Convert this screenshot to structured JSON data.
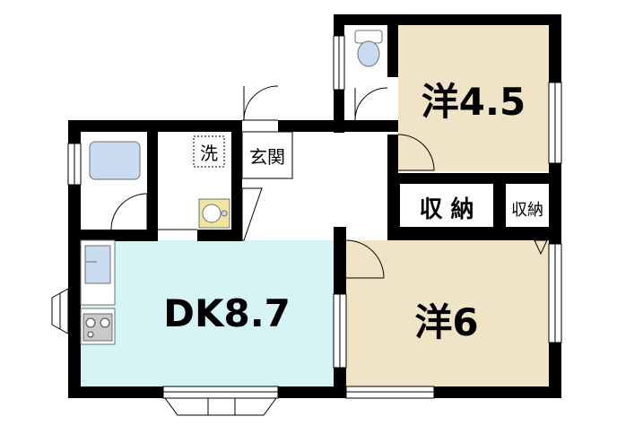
{
  "floorplan": {
    "rooms": {
      "dk": {
        "label": "DK8.7",
        "color": "#d6f3f6"
      },
      "yo6": {
        "label": "洋6",
        "color": "#efe4c6"
      },
      "yo45": {
        "label": "洋4.5",
        "color": "#efe4c6"
      },
      "shuno_large": {
        "label": "収 納"
      },
      "shuno_small": {
        "label": "収納"
      },
      "genkan": {
        "label": "玄関"
      },
      "sentaku": {
        "label": "洗"
      }
    },
    "colors": {
      "wall": "#000000",
      "fixture_fill": "#c9dbef",
      "fixture_stroke": "#6f6f6f",
      "floor_white": "#ffffff"
    }
  }
}
